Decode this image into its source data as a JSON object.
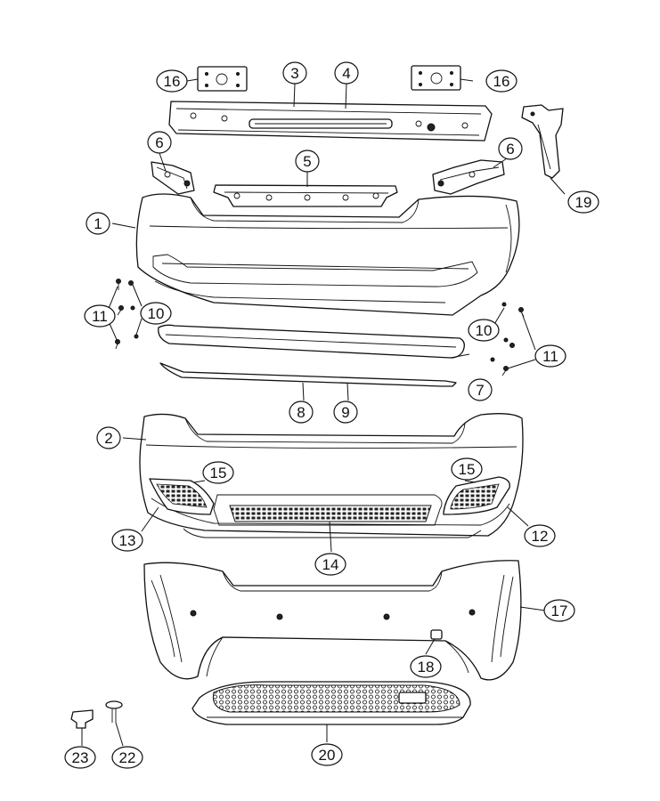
{
  "callouts": [
    {
      "id": "c1",
      "label": "1"
    },
    {
      "id": "c2",
      "label": "2"
    },
    {
      "id": "c3",
      "label": "3"
    },
    {
      "id": "c4",
      "label": "4"
    },
    {
      "id": "c5",
      "label": "5"
    },
    {
      "id": "c6a",
      "label": "6"
    },
    {
      "id": "c6b",
      "label": "6"
    },
    {
      "id": "c7",
      "label": "7"
    },
    {
      "id": "c8",
      "label": "8"
    },
    {
      "id": "c9",
      "label": "9"
    },
    {
      "id": "c10a",
      "label": "10"
    },
    {
      "id": "c10b",
      "label": "10"
    },
    {
      "id": "c11a",
      "label": "11"
    },
    {
      "id": "c11b",
      "label": "11"
    },
    {
      "id": "c12",
      "label": "12"
    },
    {
      "id": "c13",
      "label": "13"
    },
    {
      "id": "c14",
      "label": "14"
    },
    {
      "id": "c15a",
      "label": "15"
    },
    {
      "id": "c15b",
      "label": "15"
    },
    {
      "id": "c16a",
      "label": "16"
    },
    {
      "id": "c16b",
      "label": "16"
    },
    {
      "id": "c17",
      "label": "17"
    },
    {
      "id": "c18",
      "label": "18"
    },
    {
      "id": "c19",
      "label": "19"
    },
    {
      "id": "c20",
      "label": "20"
    },
    {
      "id": "c22",
      "label": "22"
    },
    {
      "id": "c23",
      "label": "23"
    }
  ]
}
